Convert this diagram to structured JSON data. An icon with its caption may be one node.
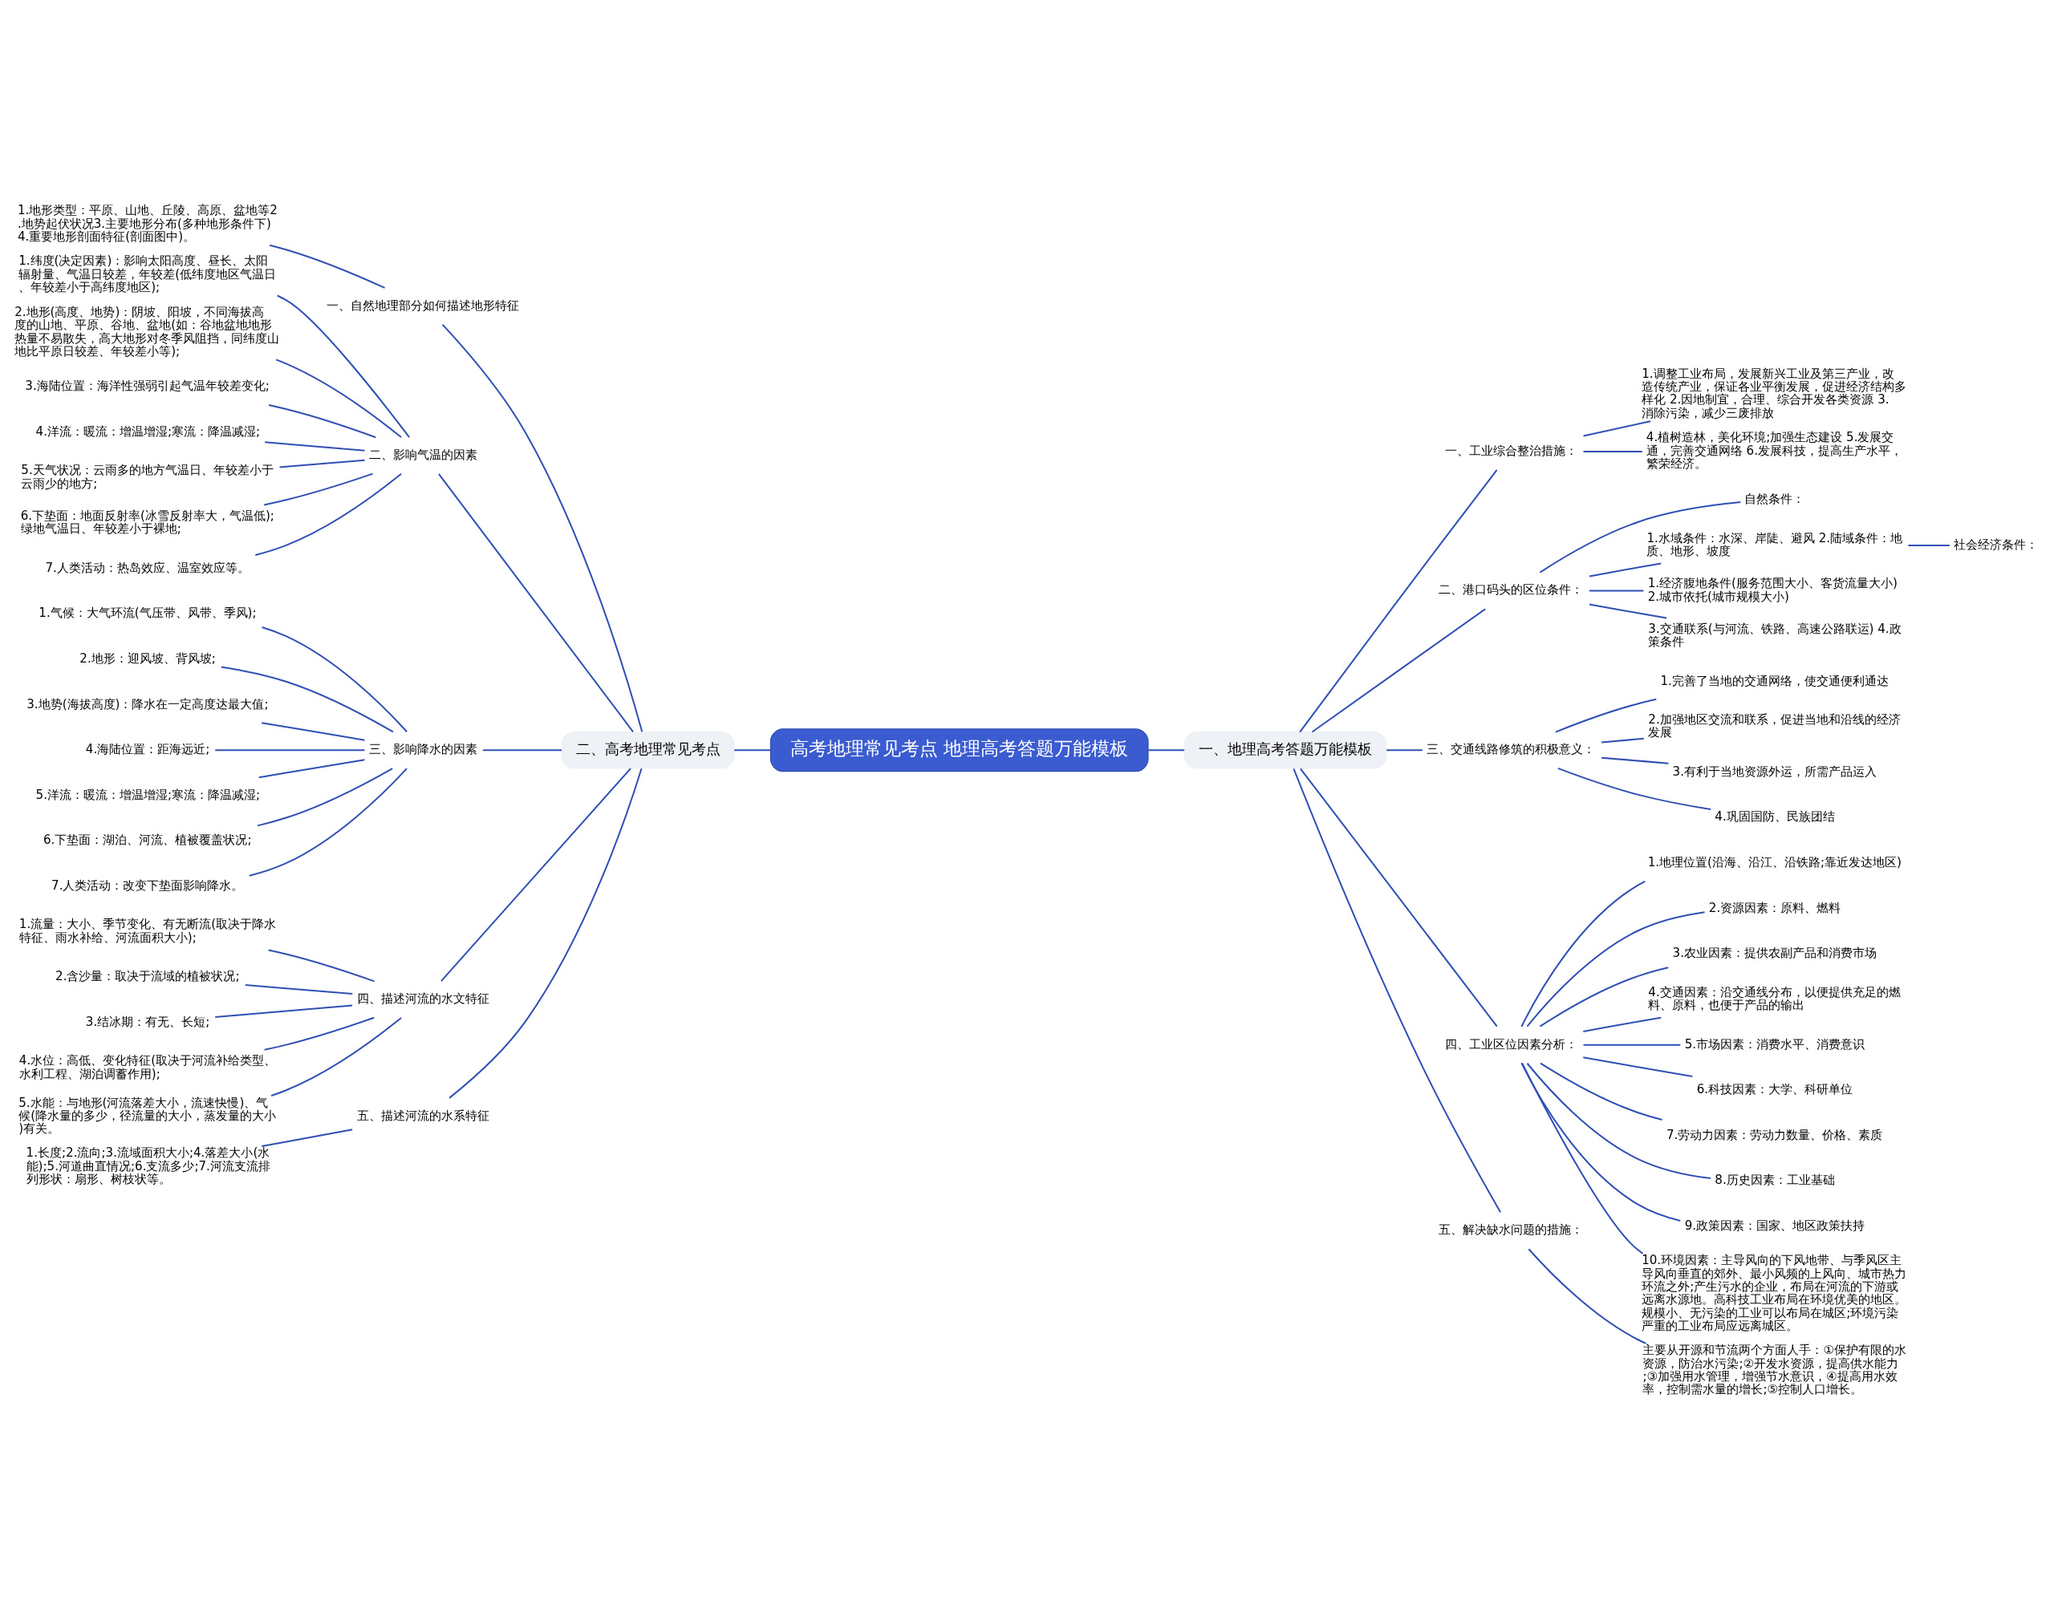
{
  "diagram": {
    "nodes": [
      {
        "text": [
          "高考地理常见考点 地理高考答题万能模板"
        ]
      },
      {
        "text": [
          "二、高考地理常见考点"
        ]
      },
      {
        "text": [
          "一、自然地理部分如何描述地形特征"
        ]
      },
      {
        "text": [
          "1.地形类型：平原、山地、丘陵、高原、盆地等2.地势起伏状况3.主要地形分布(多种地形条件下)4.重要地形剖面特征(剖面图中)。"
        ]
      },
      {
        "text": [
          "二、影响气温的因素"
        ]
      },
      {
        "text": [
          "1.纬度(决定因素)：影响太阳高度、昼长、太阳辐射量、气温日较差，年较差(低纬度地区气温日、年较差小于高纬度地区);"
        ]
      },
      {
        "text": [
          "2.地形(高度、地势)：阴坡、阳坡，不同海拔高度的山地、平原、谷地、盆地(如：谷地盆地地形热量不易散失，高大地形对冬季风阻挡，同纬度山地比平原日较差、年较差小等);"
        ]
      },
      {
        "text": [
          "3.海陆位置：海洋性强弱引起气温年较差变化;"
        ]
      },
      {
        "text": [
          "4.洋流：暖流：增温增湿;寒流：降温减湿;"
        ]
      },
      {
        "text": [
          "5.天气状况：云雨多的地方气温日、年较差小于云雨少的地方;"
        ]
      },
      {
        "text": [
          "6.下垫面：地面反射率(冰雪反射率大，气温低);绿地气温日、年较差小于裸地;"
        ]
      },
      {
        "text": [
          "7.人类活动：热岛效应、温室效应等。"
        ]
      },
      {
        "text": [
          "三、影响降水的因素"
        ]
      },
      {
        "text": [
          "1.气候：大气环流(气压带、风带、季风);"
        ]
      },
      {
        "text": [
          "2.地形：迎风坡、背风坡;"
        ]
      },
      {
        "text": [
          "3.地势(海拔高度)：降水在一定高度达最大值;"
        ]
      },
      {
        "text": [
          "4.海陆位置：距海远近;"
        ]
      },
      {
        "text": [
          "5.洋流：暖流：增温增湿;寒流：降温减湿;"
        ]
      },
      {
        "text": [
          "6.下垫面：湖泊、河流、植被覆盖状况;"
        ]
      },
      {
        "text": [
          "7.人类活动：改变下垫面影响降水。"
        ]
      },
      {
        "text": [
          "四、描述河流的水文特征"
        ]
      },
      {
        "text": [
          "1.流量：大小、季节变化、有无断流(取决于降水特征、雨水补给、河流面积大小);"
        ]
      },
      {
        "text": [
          "2.含沙量：取决于流域的植被状况;"
        ]
      },
      {
        "text": [
          "3.结冰期：有无、长短;"
        ]
      },
      {
        "text": [
          "4.水位：高低、变化特征(取决于河流补给类型、水利工程、湖泊调蓄作用);"
        ]
      },
      {
        "text": [
          "5.水能：与地形(河流落差大小，流速快慢)、气候(降水量的多少，径流量的大小，蒸发量的大小)有关。"
        ]
      },
      {
        "text": [
          "五、描述河流的水系特征"
        ]
      },
      {
        "text": [
          "1.长度;2.流向;3.流域面积大小;4.落差大小(水能);5.河道曲直情况;6.支流多少;7.河流支流排列形状：扇形、树枝状等。"
        ]
      },
      {
        "text": [
          "一、地理高考答题万能模板"
        ]
      },
      {
        "text": [
          "一、工业综合整治措施："
        ]
      },
      {
        "text": [
          "1.调整工业布局，发展新兴工业及第三产业，改造传统产业，保证各业平衡发展，促进经济结构多样化 2.因地制宜，合理、综合开发各类资源 3.消除污染，减少三废排放"
        ]
      },
      {
        "text": [
          "4.植树造林，美化环境;加强生态建设 5.发展交通，完善交通网络 6.发展科技，提高生产水平，繁荣经济。"
        ]
      },
      {
        "text": [
          "二、港口码头的区位条件："
        ]
      },
      {
        "text": [
          "自然条件："
        ]
      },
      {
        "text": [
          "1.水域条件：水深、岸陡、避风 2.陆域条件：地质、地形、坡度"
        ]
      },
      {
        "text": [
          "社会经济条件："
        ]
      },
      {
        "text": [
          "1.经济腹地条件(服务范围大小、客货流量大小) 2.城市依托(城市规模大小)"
        ]
      },
      {
        "text": [
          "3.交通联系(与河流、铁路、高速公路联运) 4.政策条件"
        ]
      },
      {
        "text": [
          "三、交通线路修筑的积极意义："
        ]
      },
      {
        "text": [
          "1.完善了当地的交通网络，使交通便利通达"
        ]
      },
      {
        "text": [
          "2.加强地区交流和联系，促进当地和沿线的经济发展"
        ]
      },
      {
        "text": [
          "3.有利于当地资源外运，所需产品运入"
        ]
      },
      {
        "text": [
          "4.巩固国防、民族团结"
        ]
      },
      {
        "text": [
          "四、工业区位因素分析："
        ]
      },
      {
        "text": [
          "1.地理位置(沿海、沿江、沿铁路;靠近发达地区)"
        ]
      },
      {
        "text": [
          "2.资源因素：原料、燃料"
        ]
      },
      {
        "text": [
          "3.农业因素：提供农副产品和消费市场"
        ]
      },
      {
        "text": [
          "4.交通因素：沿交通线分布，以便提供充足的燃料、原料，也便于产品的输出"
        ]
      },
      {
        "text": [
          "5.市场因素：消费水平、消费意识"
        ]
      },
      {
        "text": [
          "6.科技因素：大学、科研单位"
        ]
      },
      {
        "text": [
          "7.劳动力因素：劳动力数量、价格、素质"
        ]
      },
      {
        "text": [
          "8.历史因素：工业基础"
        ]
      },
      {
        "text": [
          "9.政策因素：国家、地区政策扶持"
        ]
      },
      {
        "text": [
          "10.环境因素：主导风向的下风地带、与季风区主导风向垂直的郊外、最小风频的上风向、城市热力环流之外;产生污水的企业，布局在河流的下游或远离水源地。高科技工业布局在环境优美的地区。规模小、无污染的工业可以布局在城区;环境污染严重的工业布局应远离城区。"
        ]
      },
      {
        "text": [
          "五、解决缺水问题的措施："
        ]
      },
      {
        "text": [
          "主要从开源和节流两个方面人手：①保护有限的水资源，防治水污染;②开发水资源，提高供水能力;③加强用水管理，增强节水意识，④提高用水效率，控制需水量的增长;⑤控制人口增长。"
        ]
      }
    ],
    "edges": [
      {
        "from": 0,
        "to": 1,
        "arrow": "none"
      },
      {
        "from": 1,
        "to": 2,
        "arrow": "none"
      },
      {
        "from": 2,
        "to": 3,
        "arrow": "none"
      },
      {
        "from": 1,
        "to": 4,
        "arrow": "none"
      },
      {
        "from": 4,
        "to": 5,
        "arrow": "none"
      },
      {
        "from": 4,
        "to": 6,
        "arrow": "none"
      },
      {
        "from": 4,
        "to": 7,
        "arrow": "none"
      },
      {
        "from": 4,
        "to": 8,
        "arrow": "none"
      },
      {
        "from": 4,
        "to": 9,
        "arrow": "none"
      },
      {
        "from": 4,
        "to": 10,
        "arrow": "none"
      },
      {
        "from": 4,
        "to": 11,
        "arrow": "none"
      },
      {
        "from": 1,
        "to": 12,
        "arrow": "none"
      },
      {
        "from": 12,
        "to": 13,
        "arrow": "none"
      },
      {
        "from": 12,
        "to": 14,
        "arrow": "none"
      },
      {
        "from": 12,
        "to": 15,
        "arrow": "none"
      },
      {
        "from": 12,
        "to": 16,
        "arrow": "none"
      },
      {
        "from": 12,
        "to": 17,
        "arrow": "none"
      },
      {
        "from": 12,
        "to": 18,
        "arrow": "none"
      },
      {
        "from": 12,
        "to": 19,
        "arrow": "none"
      },
      {
        "from": 1,
        "to": 20,
        "arrow": "none"
      },
      {
        "from": 20,
        "to": 21,
        "arrow": "none"
      },
      {
        "from": 20,
        "to": 22,
        "arrow": "none"
      },
      {
        "from": 20,
        "to": 23,
        "arrow": "none"
      },
      {
        "from": 20,
        "to": 24,
        "arrow": "none"
      },
      {
        "from": 20,
        "to": 25,
        "arrow": "none"
      },
      {
        "from": 1,
        "to": 26,
        "arrow": "none"
      },
      {
        "from": 26,
        "to": 27,
        "arrow": "none"
      },
      {
        "from": 0,
        "to": 28,
        "arrow": "none"
      },
      {
        "from": 28,
        "to": 29,
        "arrow": "none"
      },
      {
        "from": 29,
        "to": 30,
        "arrow": "none"
      },
      {
        "from": 29,
        "to": 31,
        "arrow": "none"
      },
      {
        "from": 28,
        "to": 32,
        "arrow": "none"
      },
      {
        "from": 32,
        "to": 33,
        "arrow": "none"
      },
      {
        "from": 32,
        "to": 34,
        "arrow": "none"
      },
      {
        "from": 34,
        "to": 35,
        "arrow": "none"
      },
      {
        "from": 32,
        "to": 36,
        "arrow": "none"
      },
      {
        "from": 32,
        "to": 37,
        "arrow": "none"
      },
      {
        "from": 28,
        "to": 38,
        "arrow": "none"
      },
      {
        "from": 38,
        "to": 39,
        "arrow": "none"
      },
      {
        "from": 38,
        "to": 40,
        "arrow": "none"
      },
      {
        "from": 38,
        "to": 41,
        "arrow": "none"
      },
      {
        "from": 38,
        "to": 42,
        "arrow": "none"
      },
      {
        "from": 28,
        "to": 43,
        "arrow": "none"
      },
      {
        "from": 43,
        "to": 44,
        "arrow": "none"
      },
      {
        "from": 43,
        "to": 45,
        "arrow": "none"
      },
      {
        "from": 43,
        "to": 46,
        "arrow": "none"
      },
      {
        "from": 43,
        "to": 47,
        "arrow": "none"
      },
      {
        "from": 43,
        "to": 48,
        "arrow": "none"
      },
      {
        "from": 43,
        "to": 49,
        "arrow": "none"
      },
      {
        "from": 43,
        "to": 50,
        "arrow": "none"
      },
      {
        "from": 43,
        "to": 51,
        "arrow": "none"
      },
      {
        "from": 43,
        "to": 52,
        "arrow": "none"
      },
      {
        "from": 43,
        "to": 53,
        "arrow": "none"
      },
      {
        "from": 28,
        "to": 54,
        "arrow": "none"
      },
      {
        "from": 54,
        "to": 55,
        "arrow": "none"
      }
    ]
  }
}
